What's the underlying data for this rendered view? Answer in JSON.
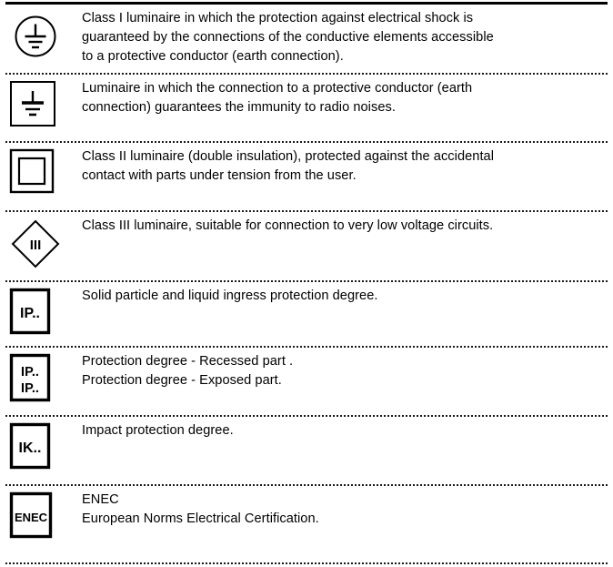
{
  "document": {
    "title": "Luminaire protection symbols legend",
    "accent_color": "#000000",
    "background_color": "#ffffff",
    "separator_color": "#1a1a1a"
  },
  "rows": [
    {
      "icon_name": "class-i-earth-circle-icon",
      "icon_label": "",
      "lines": [
        "Class I luminaire in which the protection against electrical shock is",
        "guaranteed by the connections of the conductive elements accessible",
        "to a protective conductor (earth connection)."
      ]
    },
    {
      "icon_name": "functional-earth-square-icon",
      "icon_label": "",
      "lines": [
        "Luminaire in which the connection to a protective conductor (earth",
        "connection) guarantees the immunity to radio noises."
      ]
    },
    {
      "icon_name": "class-ii-double-square-icon",
      "icon_label": "",
      "lines": [
        "Class II luminaire (double insulation), protected against the accidental",
        "contact with parts under tension from the user."
      ]
    },
    {
      "icon_name": "class-iii-diamond-icon",
      "icon_label": "III",
      "lines": [
        "Class III luminaire, suitable for connection to very low voltage circuits."
      ]
    },
    {
      "icon_name": "ip-rating-box-icon",
      "icon_label": "IP..",
      "lines": [
        "Solid particle and liquid ingress protection degree."
      ]
    },
    {
      "icon_name": "ip-rating-double-box-icon",
      "icon_label_top": "IP..",
      "icon_label_bottom": "IP..",
      "lines": [
        "Protection degree - Recessed part .",
        "Protection degree - Exposed part."
      ]
    },
    {
      "icon_name": "ik-rating-box-icon",
      "icon_label": "IK..",
      "lines": [
        "Impact protection degree."
      ]
    },
    {
      "icon_name": "enec-mark-box-icon",
      "icon_label": "ENEC",
      "lines": [
        "ENEC",
        "European Norms Electrical Certification."
      ]
    }
  ]
}
